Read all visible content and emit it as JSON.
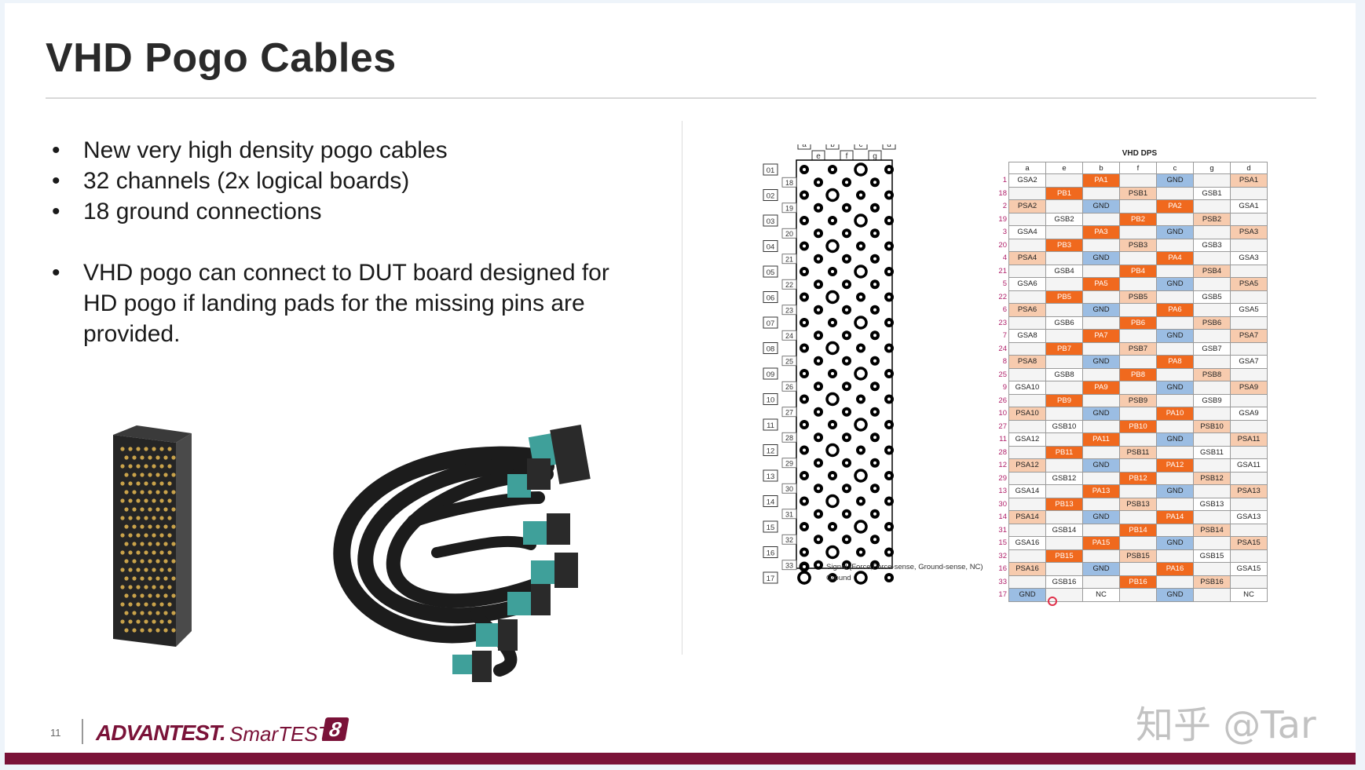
{
  "slide": {
    "title": "VHD Pogo Cables",
    "bullets": [
      "New very high density pogo cables",
      "32 channels (2x logical boards)",
      "18 ground connections"
    ],
    "bullet_para": "VHD pogo can connect to DUT board designed for HD pogo if landing pads for the missing pins are provided."
  },
  "pinmap": {
    "top_cols": [
      "a",
      "b",
      "c",
      "d"
    ],
    "sub_cols": [
      "e",
      "f",
      "g"
    ],
    "left_labels": [
      "01",
      "02",
      "03",
      "04",
      "05",
      "06",
      "07",
      "08",
      "09",
      "10",
      "11",
      "12",
      "13",
      "14",
      "15",
      "16",
      "17"
    ],
    "inner_labels": [
      "18",
      "19",
      "20",
      "21",
      "22",
      "23",
      "24",
      "25",
      "26",
      "27",
      "28",
      "29",
      "30",
      "31",
      "32",
      "33"
    ],
    "legend_signal": "Signal (Force,Force-sense, Ground-sense, NC)",
    "legend_ground": "Ground"
  },
  "dps_table": {
    "title": "VHD DPS",
    "headers": [
      "a",
      "e",
      "b",
      "f",
      "c",
      "g",
      "d"
    ],
    "rows": [
      {
        "n": "1",
        "cells": [
          "GSA2",
          "",
          "PA1",
          "",
          "GND",
          "",
          "PSA1"
        ]
      },
      {
        "n": "18",
        "cells": [
          "",
          "PB1",
          "",
          "PSB1",
          "",
          "GSB1",
          ""
        ]
      },
      {
        "n": "2",
        "cells": [
          "PSA2",
          "",
          "GND",
          "",
          "PA2",
          "",
          "GSA1"
        ]
      },
      {
        "n": "19",
        "cells": [
          "",
          "GSB2",
          "",
          "PB2",
          "",
          "PSB2",
          ""
        ]
      },
      {
        "n": "3",
        "cells": [
          "GSA4",
          "",
          "PA3",
          "",
          "GND",
          "",
          "PSA3"
        ]
      },
      {
        "n": "20",
        "cells": [
          "",
          "PB3",
          "",
          "PSB3",
          "",
          "GSB3",
          ""
        ]
      },
      {
        "n": "4",
        "cells": [
          "PSA4",
          "",
          "GND",
          "",
          "PA4",
          "",
          "GSA3"
        ]
      },
      {
        "n": "21",
        "cells": [
          "",
          "GSB4",
          "",
          "PB4",
          "",
          "PSB4",
          ""
        ]
      },
      {
        "n": "5",
        "cells": [
          "GSA6",
          "",
          "PA5",
          "",
          "GND",
          "",
          "PSA5"
        ]
      },
      {
        "n": "22",
        "cells": [
          "",
          "PB5",
          "",
          "PSB5",
          "",
          "GSB5",
          ""
        ]
      },
      {
        "n": "6",
        "cells": [
          "PSA6",
          "",
          "GND",
          "",
          "PA6",
          "",
          "GSA5"
        ]
      },
      {
        "n": "23",
        "cells": [
          "",
          "GSB6",
          "",
          "PB6",
          "",
          "PSB6",
          ""
        ]
      },
      {
        "n": "7",
        "cells": [
          "GSA8",
          "",
          "PA7",
          "",
          "GND",
          "",
          "PSA7"
        ]
      },
      {
        "n": "24",
        "cells": [
          "",
          "PB7",
          "",
          "PSB7",
          "",
          "GSB7",
          ""
        ]
      },
      {
        "n": "8",
        "cells": [
          "PSA8",
          "",
          "GND",
          "",
          "PA8",
          "",
          "GSA7"
        ]
      },
      {
        "n": "25",
        "cells": [
          "",
          "GSB8",
          "",
          "PB8",
          "",
          "PSB8",
          ""
        ]
      },
      {
        "n": "9",
        "cells": [
          "GSA10",
          "",
          "PA9",
          "",
          "GND",
          "",
          "PSA9"
        ]
      },
      {
        "n": "26",
        "cells": [
          "",
          "PB9",
          "",
          "PSB9",
          "",
          "GSB9",
          ""
        ]
      },
      {
        "n": "10",
        "cells": [
          "PSA10",
          "",
          "GND",
          "",
          "PA10",
          "",
          "GSA9"
        ]
      },
      {
        "n": "27",
        "cells": [
          "",
          "GSB10",
          "",
          "PB10",
          "",
          "PSB10",
          ""
        ]
      },
      {
        "n": "11",
        "cells": [
          "GSA12",
          "",
          "PA11",
          "",
          "GND",
          "",
          "PSA11"
        ]
      },
      {
        "n": "28",
        "cells": [
          "",
          "PB11",
          "",
          "PSB11",
          "",
          "GSB11",
          ""
        ]
      },
      {
        "n": "12",
        "cells": [
          "PSA12",
          "",
          "GND",
          "",
          "PA12",
          "",
          "GSA11"
        ]
      },
      {
        "n": "29",
        "cells": [
          "",
          "GSB12",
          "",
          "PB12",
          "",
          "PSB12",
          ""
        ]
      },
      {
        "n": "13",
        "cells": [
          "GSA14",
          "",
          "PA13",
          "",
          "GND",
          "",
          "PSA13"
        ]
      },
      {
        "n": "30",
        "cells": [
          "",
          "PB13",
          "",
          "PSB13",
          "",
          "GSB13",
          ""
        ]
      },
      {
        "n": "14",
        "cells": [
          "PSA14",
          "",
          "GND",
          "",
          "PA14",
          "",
          "GSA13"
        ]
      },
      {
        "n": "31",
        "cells": [
          "",
          "GSB14",
          "",
          "PB14",
          "",
          "PSB14",
          ""
        ]
      },
      {
        "n": "15",
        "cells": [
          "GSA16",
          "",
          "PA15",
          "",
          "GND",
          "",
          "PSA15"
        ]
      },
      {
        "n": "32",
        "cells": [
          "",
          "PB15",
          "",
          "PSB15",
          "",
          "GSB15",
          ""
        ]
      },
      {
        "n": "16",
        "cells": [
          "PSA16",
          "",
          "GND",
          "",
          "PA16",
          "",
          "GSA15"
        ]
      },
      {
        "n": "33",
        "cells": [
          "",
          "GSB16",
          "",
          "PB16",
          "",
          "PSB16",
          ""
        ]
      },
      {
        "n": "17",
        "cells": [
          "GND",
          "",
          "NC",
          "",
          "GND",
          "",
          "NC"
        ]
      }
    ]
  },
  "footer": {
    "page_number": "11",
    "brand": "ADVANTEST.",
    "product": "SmarTEST",
    "product_badge": "8",
    "watermark": "知乎 @Tar"
  },
  "colors": {
    "brand": "#7a1238",
    "orange": "#f0691e",
    "blue": "#9bbde3",
    "peach": "#f7cbae"
  }
}
